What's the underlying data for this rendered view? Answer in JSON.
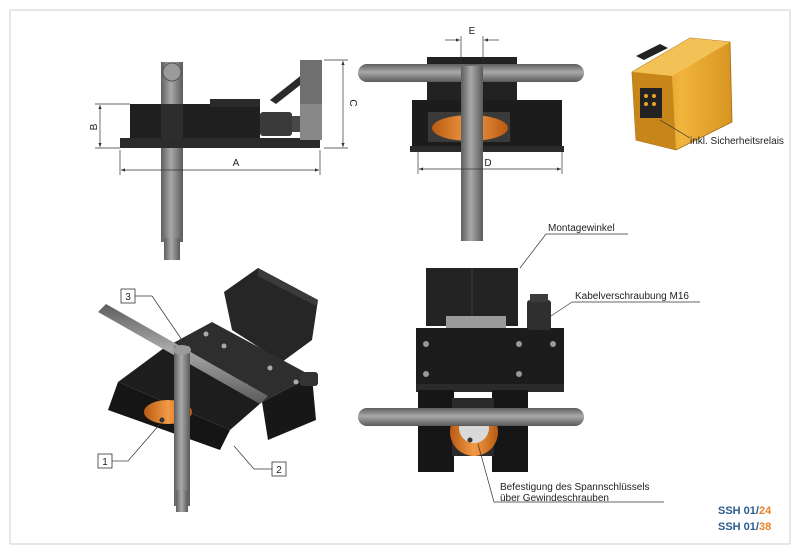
{
  "dimensions": {
    "a": "A",
    "b": "B",
    "c": "C",
    "d": "D",
    "e": "E"
  },
  "callouts": {
    "relay": "inkl. Sicherheitsrelais",
    "bracket": "Montagewinkel",
    "cable_gland": "Kabelverschraubung M16",
    "fastening_line1": "Befestigung des Spannschlüssels",
    "fastening_line2": "über Gewindeschrauben"
  },
  "part_numbers": {
    "one": "1",
    "two": "2",
    "three": "3"
  },
  "models": {
    "primary": {
      "prefix": "SSH 01/",
      "suffix": "24"
    },
    "secondary": {
      "prefix": "SSH 01/",
      "suffix": "38"
    }
  },
  "colors": {
    "blue": "#2a5d8f",
    "orange": "#e8812a",
    "dark": "#1e1e1e",
    "steel": "#8a8a8a",
    "relay_yellow": "#e9a528"
  }
}
